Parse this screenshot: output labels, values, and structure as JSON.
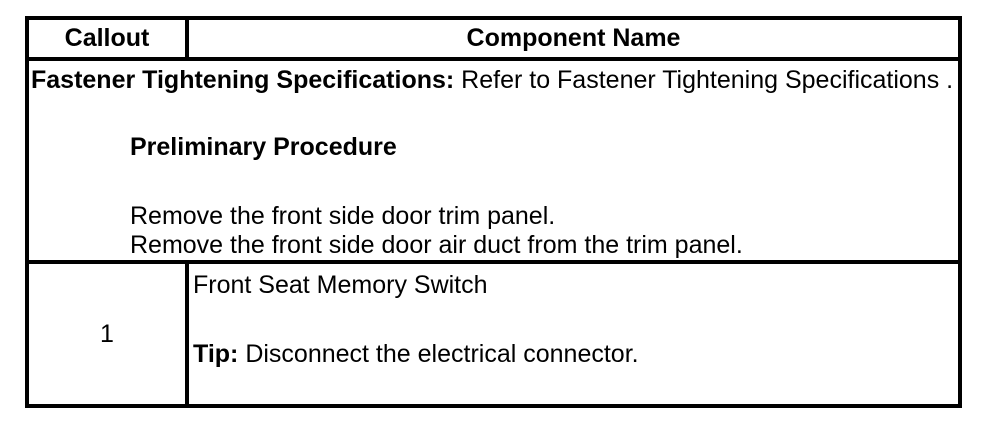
{
  "colors": {
    "border": "#000000",
    "text": "#000000",
    "background": "#ffffff"
  },
  "table": {
    "header": {
      "callout": "Callout",
      "component": "Component Name"
    },
    "notes": {
      "fastener_label": "Fastener Tightening Specifications:",
      "fastener_text": " Refer to Fastener Tightening Specifications .",
      "preliminary_title": "Preliminary Procedure",
      "steps": [
        "Remove the front side door trim panel.",
        "Remove the front side door air duct from the trim panel."
      ]
    },
    "rows": [
      {
        "callout": "1",
        "component": "Front Seat Memory Switch",
        "tip_label": "Tip:",
        "tip_text": " Disconnect the electrical connector."
      }
    ]
  }
}
